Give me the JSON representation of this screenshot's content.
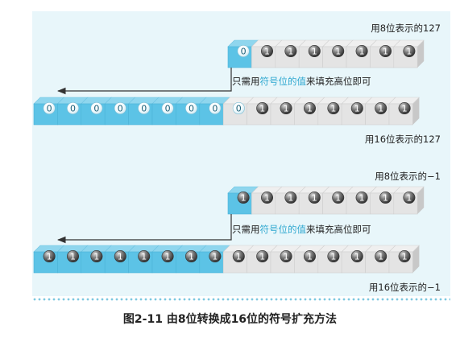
{
  "rows": [
    {
      "name": "row1-8bit",
      "bits": [
        "0",
        "1",
        "1",
        "1",
        "1",
        "1",
        "1",
        "1"
      ],
      "label": "用8位表示的127",
      "ext_bits": []
    },
    {
      "name": "row1-16bit",
      "bits": [
        "0",
        "0",
        "0",
        "0",
        "0",
        "0",
        "0",
        "0",
        "0",
        "1",
        "1",
        "1",
        "1",
        "1",
        "1",
        "1"
      ],
      "label": "用16位表示的127"
    },
    {
      "name": "row2-8bit",
      "bits": [
        "1",
        "1",
        "1",
        "1",
        "1",
        "1",
        "1",
        "1"
      ],
      "label": "用8位表示的−1"
    },
    {
      "name": "row2-16bit",
      "bits": [
        "1",
        "1",
        "1",
        "1",
        "1",
        "1",
        "1",
        "1",
        "1",
        "1",
        "1",
        "1",
        "1",
        "1",
        "1",
        "1"
      ],
      "label": "用16位表示的−1"
    }
  ],
  "note": {
    "pre": "只需用",
    "hl1": "符号位的值",
    "post": "来填充高位即可"
  },
  "caption": "图2-11  由8位转换成16位的符号扩充方法",
  "colors": {
    "bg": "#e8f6fa",
    "blue": "#5cc3e6",
    "gray": "#e4e4e4",
    "arrow": "#333333"
  }
}
